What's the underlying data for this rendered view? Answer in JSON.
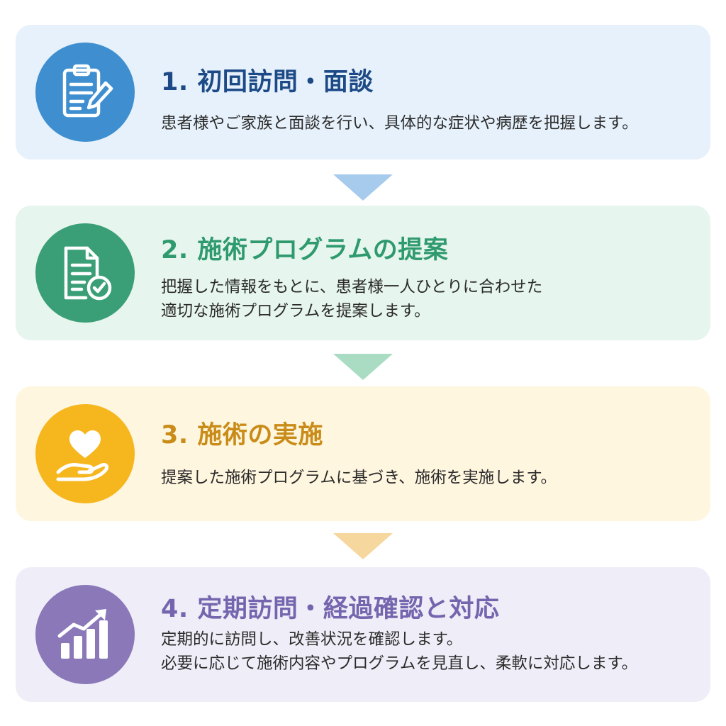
{
  "colors": {
    "step1_accent": "#3f8fd0",
    "step2_accent": "#3a9f76",
    "step3_accent": "#f6b61d",
    "step4_accent": "#8a78b8",
    "step1_title": "#1d4a86",
    "step2_title": "#2f9a6e",
    "step3_title": "#c98c18",
    "step4_title": "#7565ae",
    "step1_arrow": "#a7cbed",
    "step2_arrow": "#a9dcc3",
    "step3_arrow": "#f6d79e"
  },
  "steps": [
    {
      "icon": "clipboard-pencil-icon",
      "title": "1. 初回訪問・面談",
      "description": [
        "患者様やご家族と面談を行い、具体的な症状や病歴を把握します。"
      ]
    },
    {
      "icon": "document-check-icon",
      "title": "2. 施術プログラムの提案",
      "description": [
        "把握した情報をもとに、患者様一人ひとりに合わせた",
        "適切な施術プログラムを提案します。"
      ]
    },
    {
      "icon": "heart-hand-icon",
      "title": "3. 施術の実施",
      "description": [
        "提案した施術プログラムに基づき、施術を実施します。"
      ]
    },
    {
      "icon": "growth-chart-icon",
      "title": "4. 定期訪問・経過確認と対応",
      "description": [
        "定期的に訪問し、改善状況を確認します。",
        "必要に応じて施術内容やプログラムを見直し、柔軟に対応します。"
      ]
    }
  ]
}
